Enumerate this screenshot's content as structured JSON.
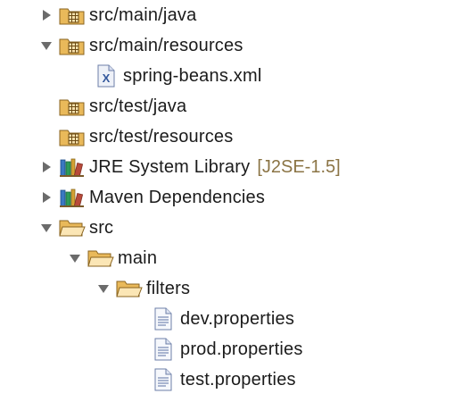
{
  "tree": {
    "rows": [
      {
        "label": "src/main/java",
        "expanded": false,
        "icon": "package-folder-icon"
      },
      {
        "label": "src/main/resources",
        "expanded": true,
        "icon": "package-folder-icon"
      },
      {
        "label": "spring-beans.xml",
        "icon": "xml-file-icon"
      },
      {
        "label": "src/test/java",
        "icon": "package-folder-icon"
      },
      {
        "label": "src/test/resources",
        "icon": "package-folder-icon"
      },
      {
        "label": "JRE System Library",
        "decoration": "[J2SE-1.5]",
        "expanded": false,
        "icon": "library-icon"
      },
      {
        "label": "Maven Dependencies",
        "expanded": false,
        "icon": "library-icon"
      },
      {
        "label": "src",
        "expanded": true,
        "icon": "folder-icon"
      },
      {
        "label": "main",
        "expanded": true,
        "icon": "folder-icon"
      },
      {
        "label": "filters",
        "expanded": true,
        "icon": "folder-icon"
      },
      {
        "label": "dev.properties",
        "icon": "text-file-icon"
      },
      {
        "label": "prod.properties",
        "icon": "text-file-icon"
      },
      {
        "label": "test.properties",
        "icon": "text-file-icon"
      }
    ]
  },
  "colors": {
    "folder": "#e9b95a",
    "folder_inner": "#fbe6b5",
    "twisty": "#6b6b6b",
    "decoration": "#8b7445"
  }
}
